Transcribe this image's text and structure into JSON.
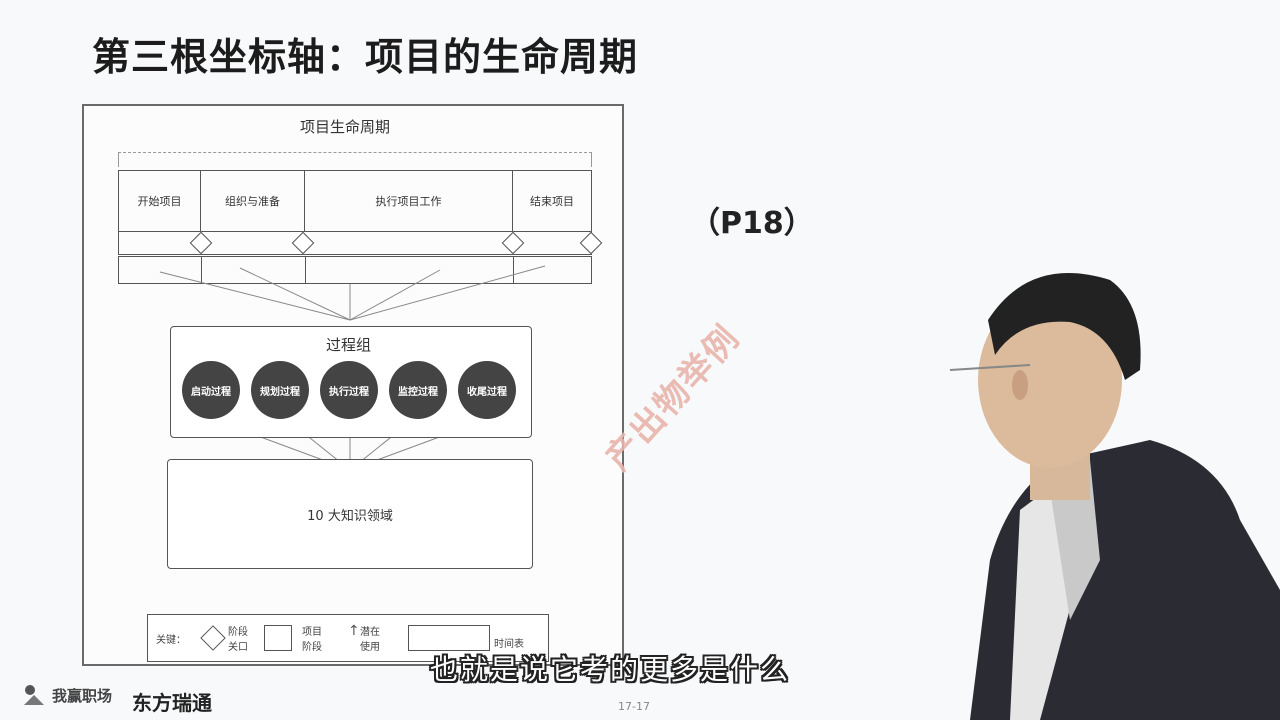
{
  "slide": {
    "title": "第三根坐标轴：项目的生命周期",
    "page_ref": "（P18）",
    "watermark": "产出物举例",
    "subtitle": "也就是说它考的更多是什么",
    "page_number": "17-17"
  },
  "diagram": {
    "lifecycle_title": "项目生命周期",
    "phases": [
      "开始项目",
      "组织与准备",
      "执行项目工作",
      "结束项目"
    ],
    "process_group_title": "过程组",
    "processes": [
      "启动过程",
      "规划过程",
      "执行过程",
      "监控过程",
      "收尾过程"
    ],
    "knowledge_areas": "10 大知识领域",
    "legend": {
      "key_label": "关键：",
      "phase_gate": "阶段关口",
      "project_phase": "项目阶段",
      "potential_use": "潜在使用",
      "timeline": "时间表"
    }
  },
  "branding": {
    "logo1_text": "我赢职场",
    "logo2_text": "东方瑞通"
  }
}
